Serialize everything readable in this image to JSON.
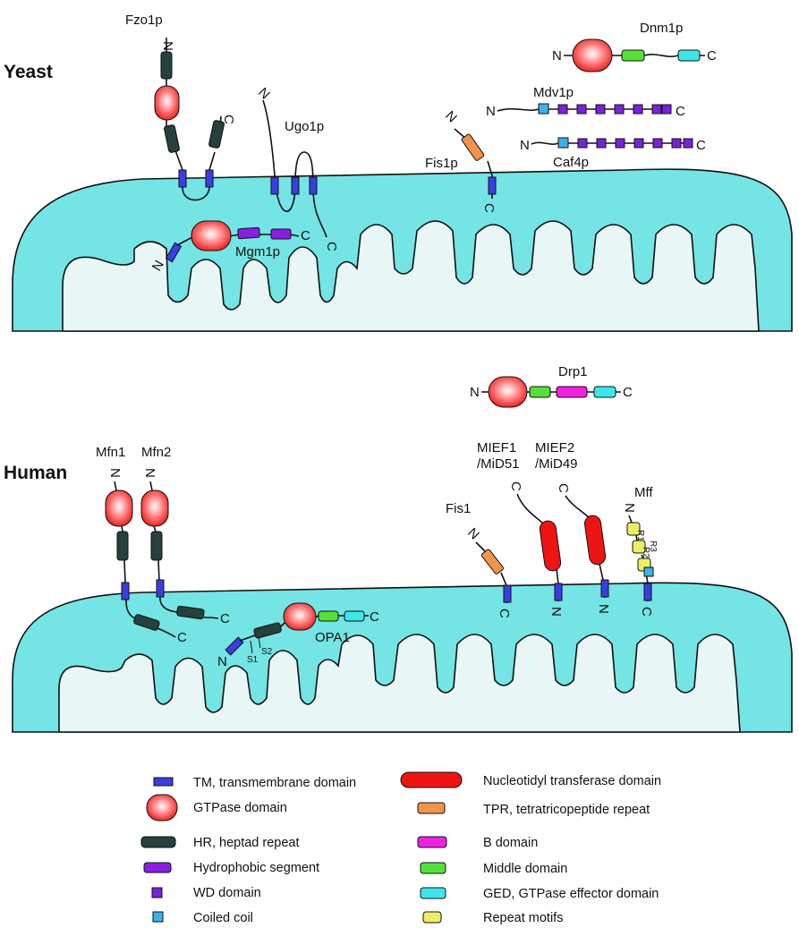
{
  "sections": {
    "yeast": "Yeast",
    "human": "Human"
  },
  "labels": {
    "fzo1p": "Fzo1p",
    "ugo1p": "Ugo1p",
    "mgm1p": "Mgm1p",
    "fis1p": "Fis1p",
    "dnm1p": "Dnm1p",
    "mdv1p": "Mdv1p",
    "caf4p": "Caf4p",
    "drp1": "Drp1",
    "mfn1": "Mfn1",
    "mfn2": "Mfn2",
    "opa1": "OPA1",
    "fis1": "Fis1",
    "mief1_line1": "MIEF1",
    "mief1_line2": "/MiD51",
    "mief2_line1": "MIEF2",
    "mief2_line2": "/MiD49",
    "mff": "Mff"
  },
  "termini": {
    "n": "N",
    "c": "C"
  },
  "small_labels": {
    "s1": "S1",
    "s2": "S2",
    "r1": "R1",
    "r2": "R2",
    "r3": "R3"
  },
  "legend": {
    "left": [
      {
        "label": "TM, transmembrane domain",
        "swatch": "tm",
        "color": "#3a3ee0"
      },
      {
        "label": "GTPase domain",
        "swatch": "gtpase",
        "color": "#ee2020"
      },
      {
        "label": "HR, heptad repeat",
        "swatch": "hr",
        "color": "#25403d"
      },
      {
        "label": "Hydrophobic segment",
        "swatch": "hydrophobic",
        "color": "#8a1fe0"
      },
      {
        "label": "WD domain",
        "swatch": "wd",
        "color": "#7a22d8"
      },
      {
        "label": "Coiled coil",
        "swatch": "coiled-coil",
        "color": "#38b4ea"
      }
    ],
    "right": [
      {
        "label": "Nucleotidyl transferase domain",
        "swatch": "ntd",
        "color": "#ee1414"
      },
      {
        "label": "TPR, tetratricopeptide repeat",
        "swatch": "tpr",
        "color": "#f0944a"
      },
      {
        "label": "B domain",
        "swatch": "b-domain",
        "color": "#ee22e0"
      },
      {
        "label": "Middle domain",
        "swatch": "middle",
        "color": "#55e03a"
      },
      {
        "label": "GED, GTPase effector domain",
        "swatch": "ged",
        "color": "#3ee6ea"
      },
      {
        "label": "Repeat motifs",
        "swatch": "repeat",
        "color": "#eeee66"
      }
    ]
  },
  "colors": {
    "matrix_outer": "#74e4e4",
    "matrix_inner": "#e8f6f6",
    "outline": "#111111"
  }
}
